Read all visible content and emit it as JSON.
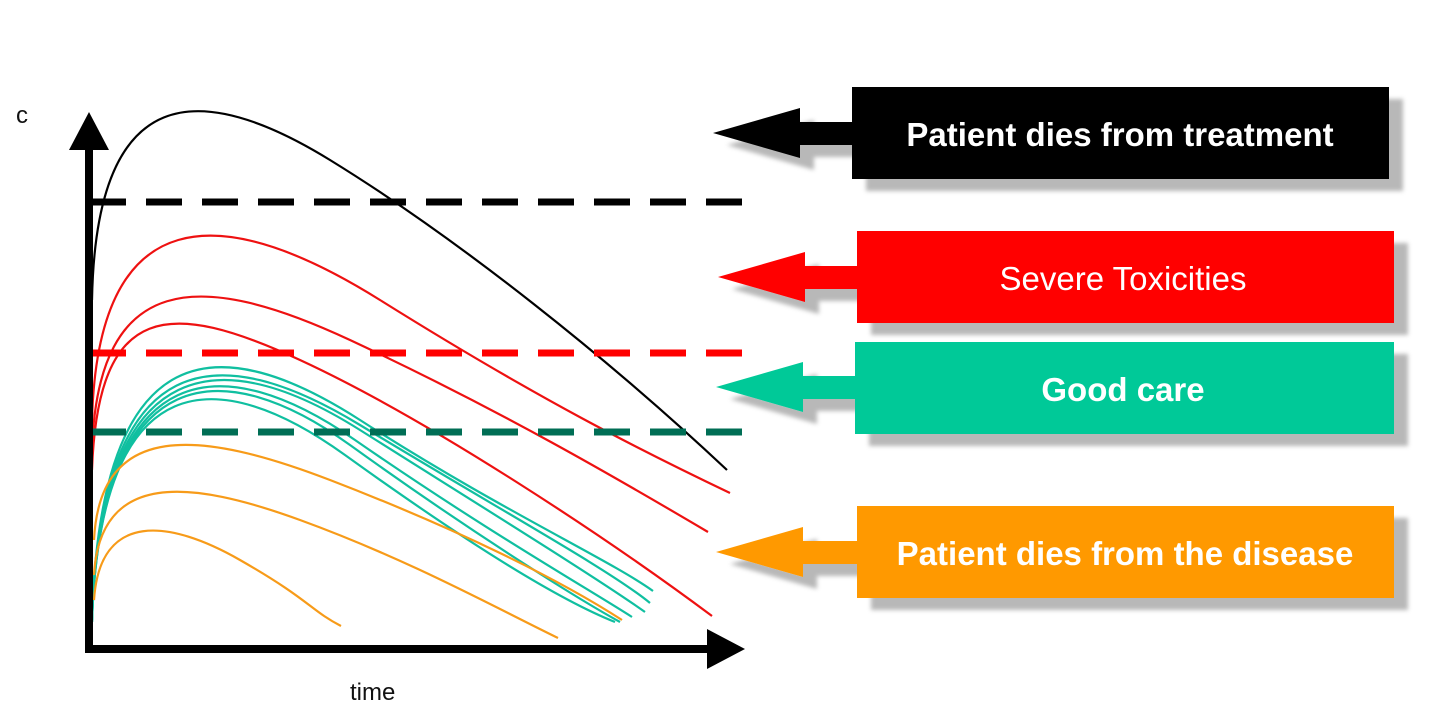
{
  "axes": {
    "y_label": "c",
    "x_label": "time"
  },
  "thresholds": [
    {
      "name": "death-from-treatment-threshold",
      "color": "#000000"
    },
    {
      "name": "toxicity-threshold",
      "color": "#ff0000"
    },
    {
      "name": "efficacy-threshold",
      "color": "#006e55"
    }
  ],
  "curve_groups": [
    {
      "name": "fatal-curves",
      "color": "#000000",
      "count": 1
    },
    {
      "name": "toxic-curves",
      "color": "#ee1111",
      "count": 3
    },
    {
      "name": "good-care-curves",
      "color": "#10bfa0",
      "count": 6
    },
    {
      "name": "underdosed-curves",
      "color": "#f79b19",
      "count": 3
    }
  ],
  "outcomes": [
    {
      "label": "Patient dies from treatment",
      "color": "#000000",
      "bold": true
    },
    {
      "label": "Severe Toxicities",
      "color": "#ff0000",
      "bold": false
    },
    {
      "label": "Good care",
      "color": "#00c998",
      "bold": true
    },
    {
      "label": "Patient dies from the disease",
      "color": "#ff9900",
      "bold": true
    }
  ]
}
